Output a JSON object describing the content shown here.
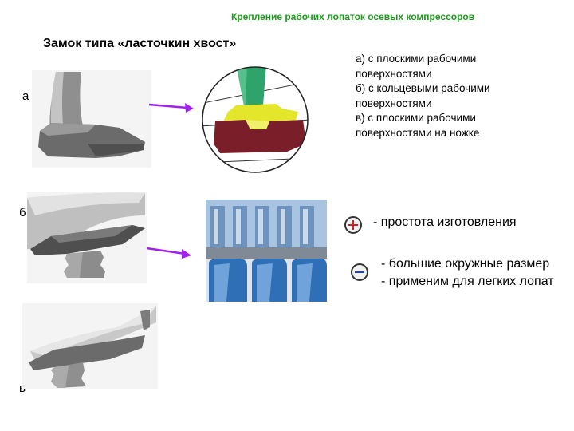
{
  "header": {
    "title": "Крепление рабочих лопаток осевых компрессоров"
  },
  "section": {
    "title": "Замок типа «ласточкин хвост»"
  },
  "variants": {
    "labels": [
      "а",
      "б",
      "в"
    ],
    "description": [
      "а) с плоскими рабочими",
      "поверхностями",
      "б) с кольцевыми рабочими",
      "поверхностями",
      "в) с плоскими рабочими",
      "поверхностями на ножке"
    ]
  },
  "pros": {
    "text": "- простота изготовления"
  },
  "cons": {
    "lines": [
      "- большие окружные размер",
      "- применим для легких лопат"
    ]
  },
  "colors": {
    "title_green": "#1a9a1a",
    "arrow": "#a020f0",
    "plus_red": "#cc2222",
    "minus_blue": "#2244aa"
  }
}
